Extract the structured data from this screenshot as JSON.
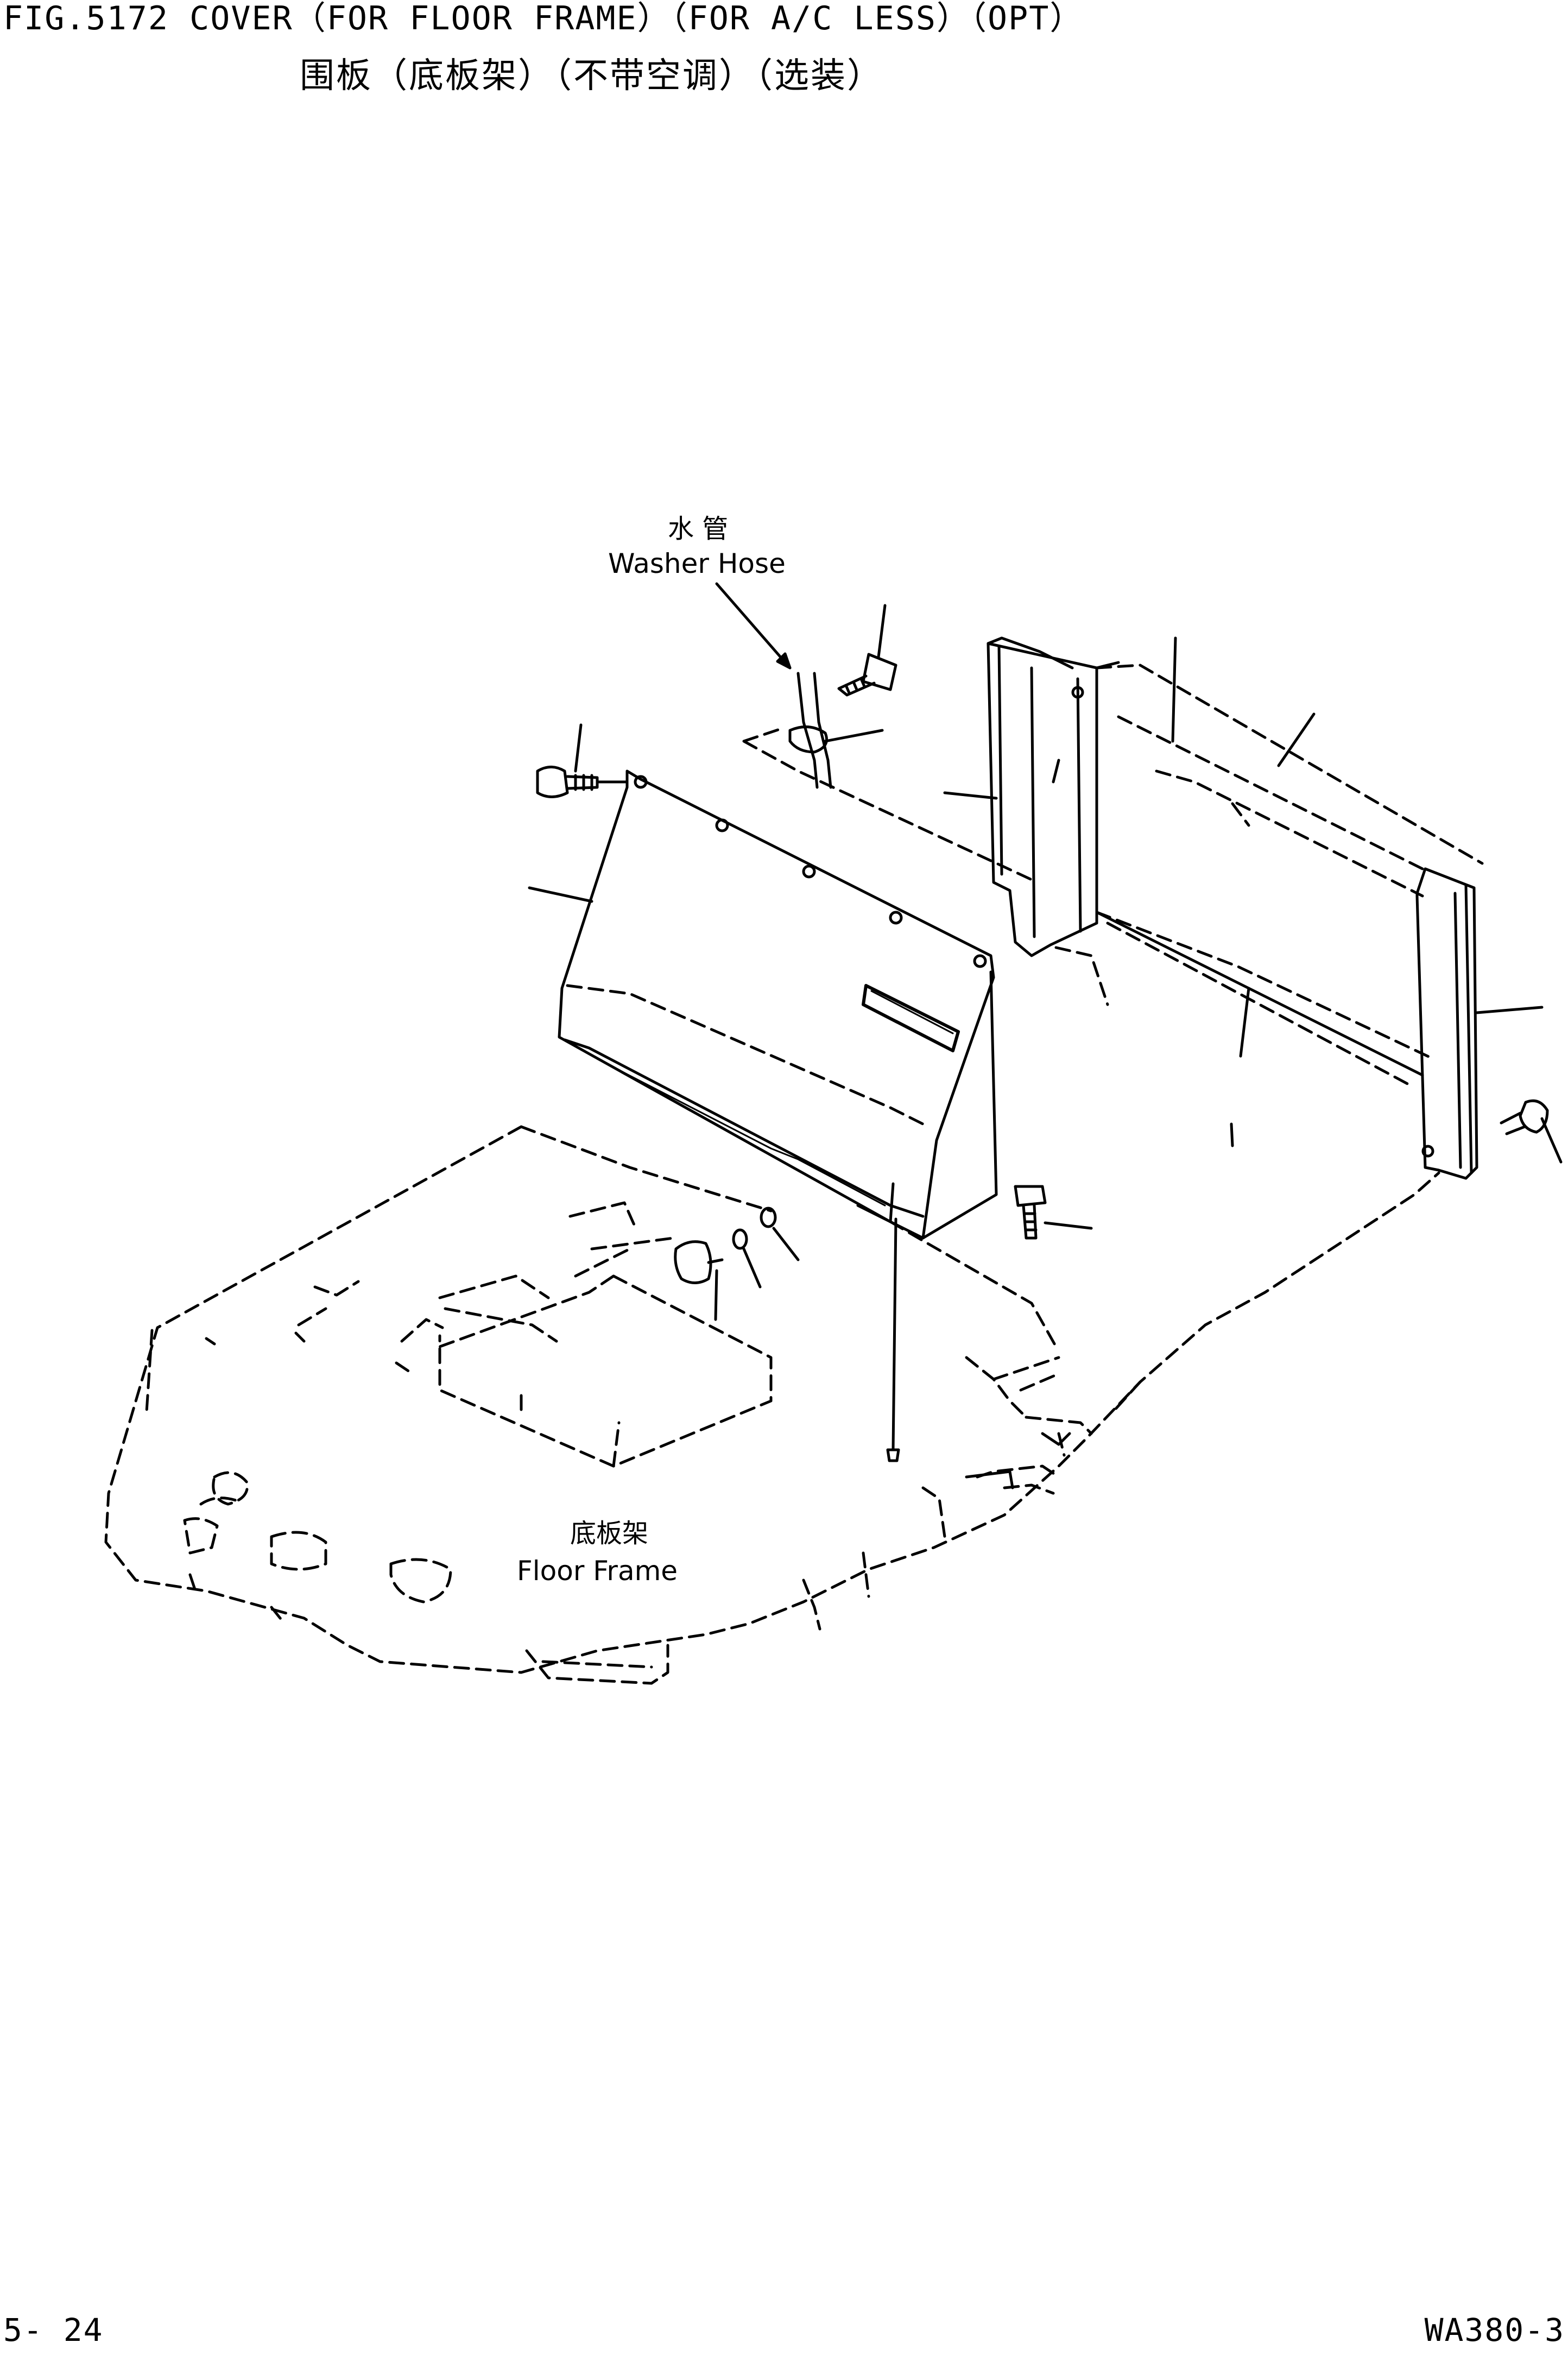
{
  "header": {
    "title": "FIG.5172  COVER（FOR FLOOR FRAME）（FOR A/C LESS）（OPT）",
    "title_cn": "围板（底板架）（不带空调）（选装）"
  },
  "labels": {
    "washer_hose_cn": "水 管",
    "washer_hose_en": "Washer Hose",
    "floor_frame_cn": "底板架",
    "floor_frame_en": "Floor Frame"
  },
  "footer": {
    "page": "5- 24",
    "model": "WA380-3"
  }
}
